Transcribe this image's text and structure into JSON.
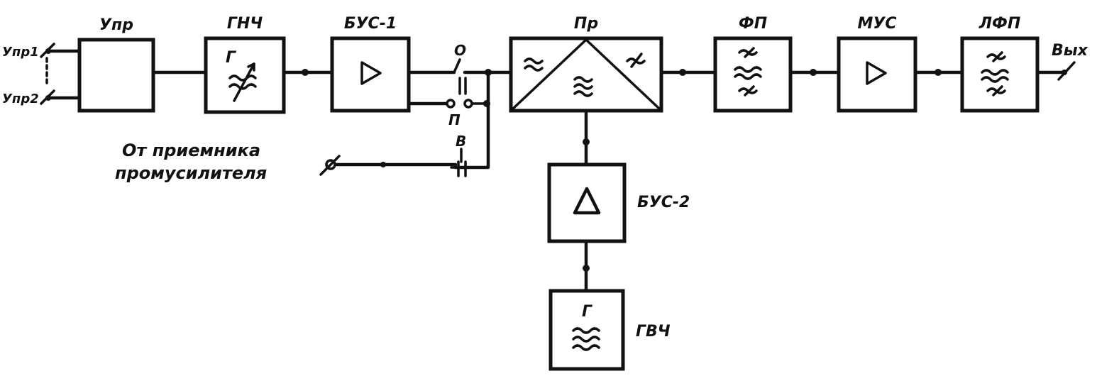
{
  "blocks": {
    "upr": "Упр",
    "gnch": "ГНЧ",
    "bus1": "БУС-1",
    "pr": "Пр",
    "fp": "ФП",
    "mus": "МУС",
    "lfp": "ЛФП",
    "bus2": "БУС-2",
    "gvch": "ГВЧ"
  },
  "inputs": {
    "upr1": "Упр1",
    "upr2": "Упр2"
  },
  "output": "Вых",
  "switch_labels": {
    "o": "О",
    "p": "П",
    "v": "В"
  },
  "generator_symbol": "Г",
  "note": {
    "line1": "От приемника",
    "line2": "промусилителя"
  }
}
